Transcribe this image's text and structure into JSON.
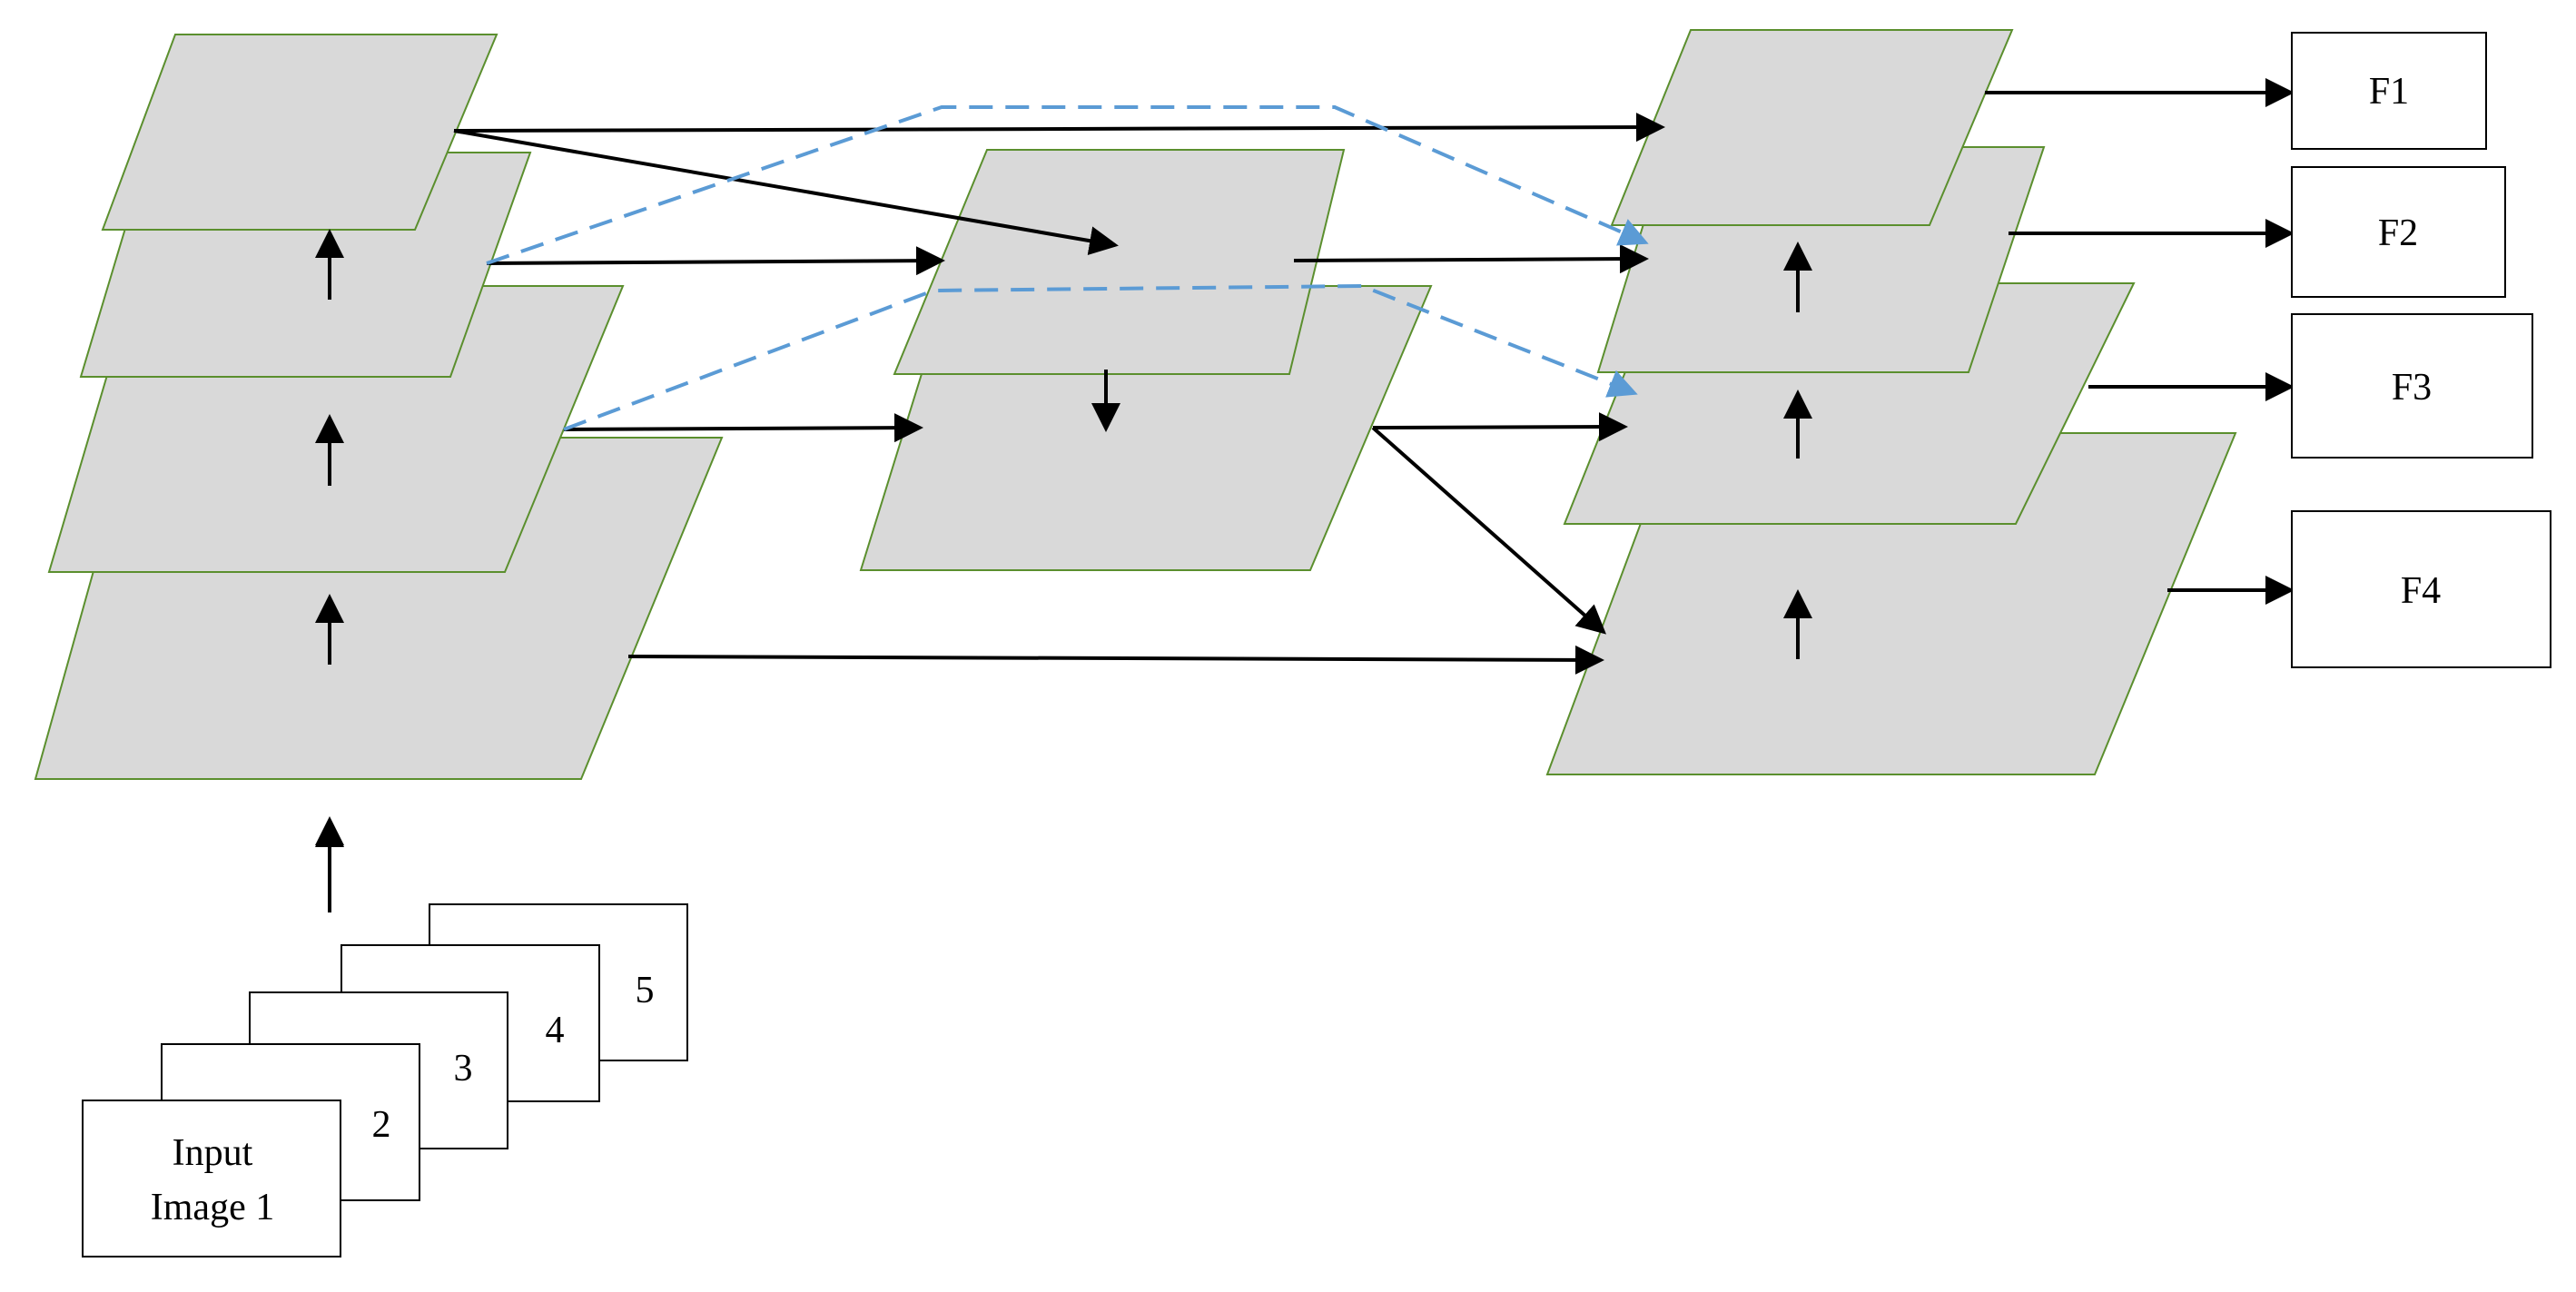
{
  "input_stack": {
    "input_label_line1": "Input",
    "input_label_line2": "Image 1",
    "frames": [
      "2",
      "3",
      "4",
      "5"
    ]
  },
  "outputs": [
    "F1",
    "F2",
    "F3",
    "F4"
  ],
  "colors": {
    "layer_fill": "#d9d9d9",
    "layer_border": "#5b8f2e",
    "solid_arrow": "#000000",
    "dashed_arrow": "#5b9bd5"
  }
}
